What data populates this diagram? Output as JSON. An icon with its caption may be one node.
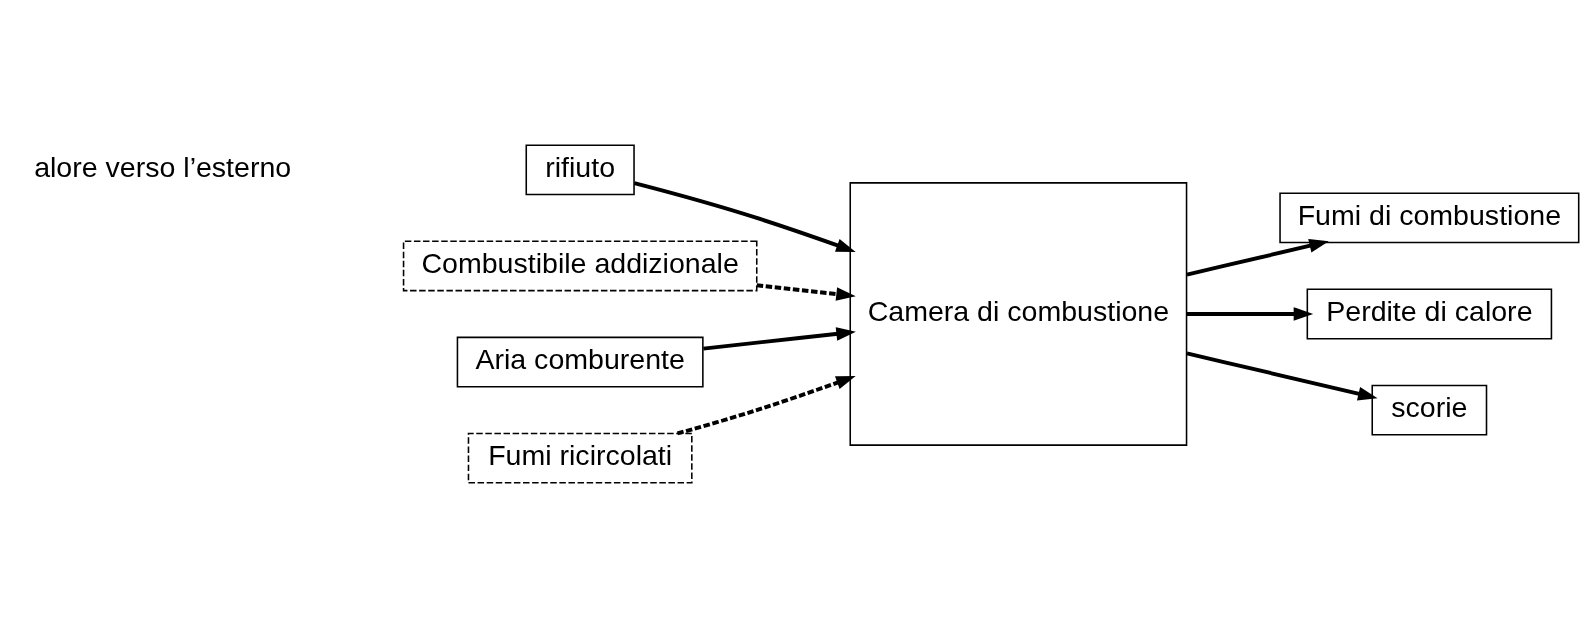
{
  "diagram": {
    "nodes": [
      {
        "text": [
          "rifiuto"
        ]
      },
      {
        "text": [
          "Combustibile addizionale"
        ]
      },
      {
        "text": [
          "Aria comburente"
        ]
      },
      {
        "text": [
          "Camera di combustione"
        ]
      },
      {
        "text": [
          "Fumi di combustione"
        ]
      },
      {
        "text": [
          "Perdite di calore"
        ]
      },
      {
        "text": [
          "Fumi ricircolati"
        ]
      },
      {
        "text": [
          "scorie"
        ]
      }
    ],
    "edges": [
      {
        "from": 0,
        "to": 3,
        "arrow": "to"
      },
      {
        "from": 1,
        "to": 3,
        "arrow": "to",
        "style": "dashed"
      },
      {
        "from": 2,
        "to": 3,
        "arrow": "to"
      },
      {
        "from": 3,
        "to": 4,
        "arrow": "to"
      },
      {
        "from": 3,
        "to": 5,
        "arrow": "to"
      },
      {
        "from": 6,
        "to": 3,
        "arrow": "to",
        "style": "dashed"
      },
      {
        "from": 3,
        "to": 7,
        "arrow": "to"
      }
    ],
    "labels": [
      "alore verso l’esterno"
    ]
  }
}
